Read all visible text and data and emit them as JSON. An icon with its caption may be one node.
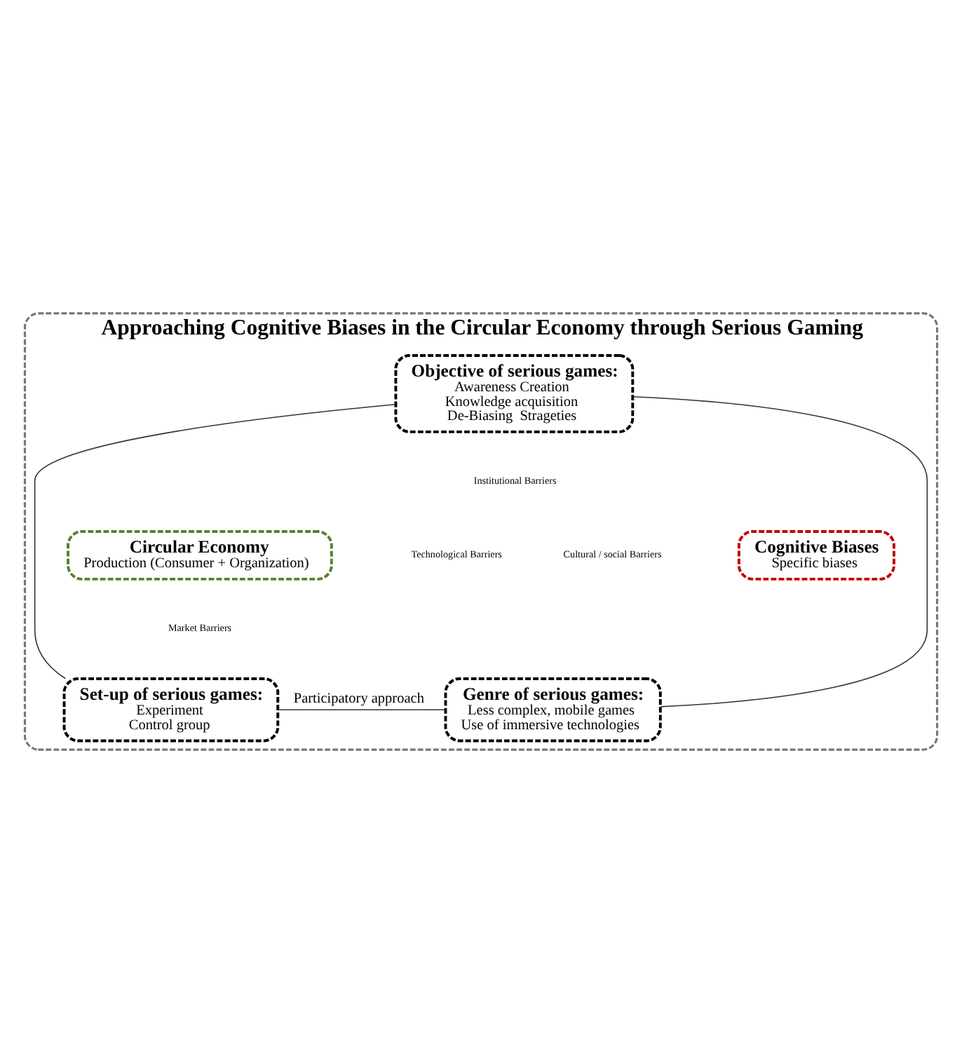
{
  "diagram": {
    "nodes": [
      {
        "text": [
          "Approaching Cognitive Biases in the Circular Economy through Serious Gaming"
        ]
      },
      {
        "text": [
          "Objective of serious games:",
          "Awareness Creation",
          "Knowledge acquisition",
          "De-Biasing  Strageties"
        ],
        "in": 0
      },
      {
        "text": [
          "Circular Economy",
          "Production (Consumer + Organization)"
        ],
        "in": 0
      },
      {
        "text": [
          "Cognitive Biases",
          "Specific biases"
        ],
        "in": 0
      },
      {
        "text": [
          "Set-up of serious games:",
          "Experiment",
          "Control group"
        ],
        "in": 0
      },
      {
        "text": [
          "Genre of serious games:",
          "Less complex, mobile games",
          "Use of immersive technologies"
        ],
        "in": 0
      }
    ],
    "edges": [
      {
        "from": 1,
        "to": 4,
        "arrow": "none"
      },
      {
        "from": 1,
        "to": 5,
        "arrow": "none"
      },
      {
        "from": 4,
        "to": 5,
        "arrow": "none",
        "label": "Participatory approach"
      }
    ],
    "labels": [
      "Institutional Barriers",
      "Technological Barriers",
      "Cultural / social Barriers",
      "Market Barriers"
    ]
  }
}
